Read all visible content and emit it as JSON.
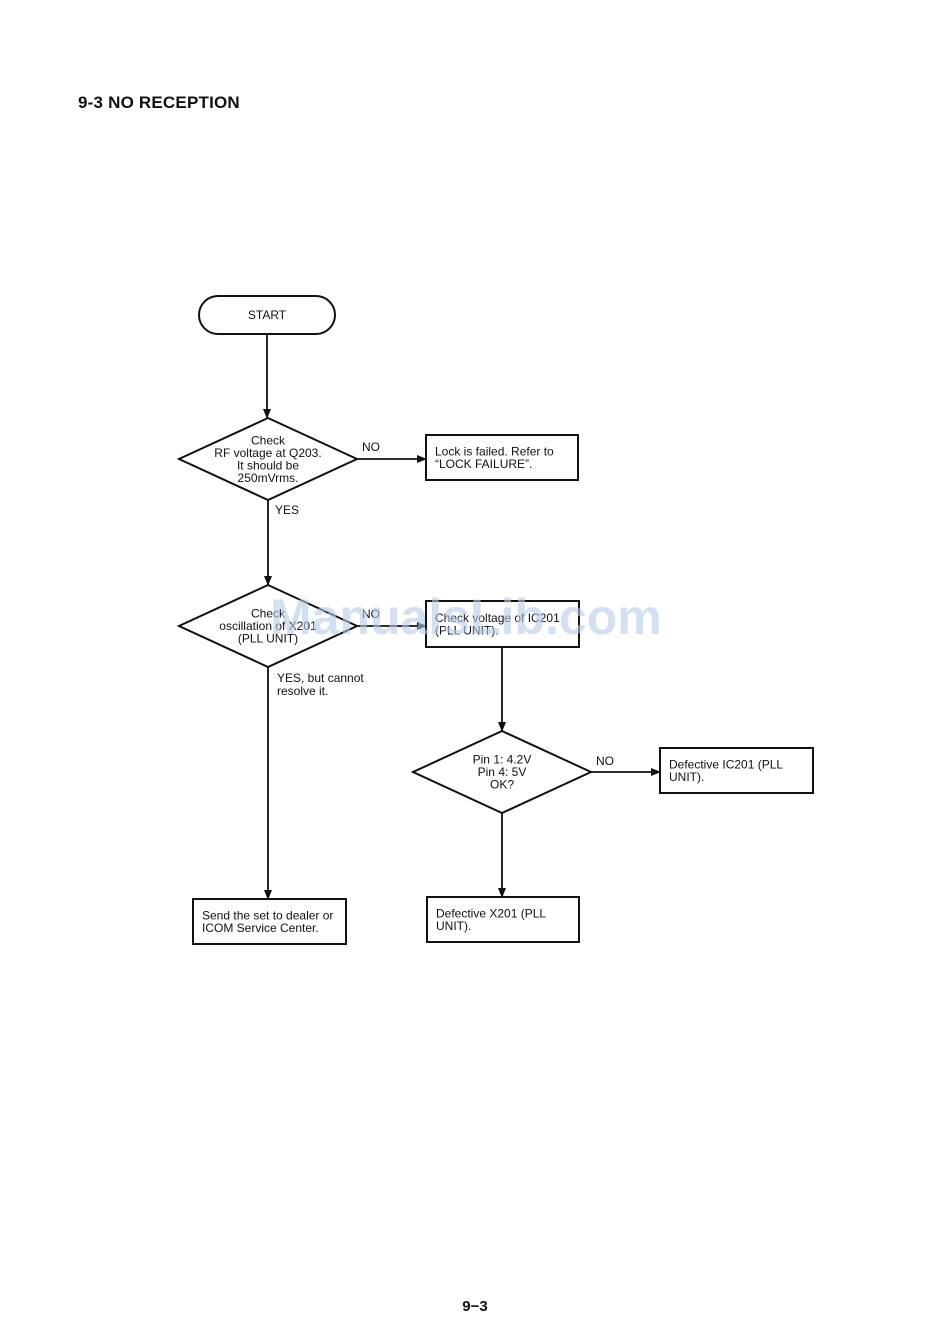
{
  "heading": "9-3  NO RECEPTION",
  "page_number": "9−3",
  "watermark": "ManualsLib.com",
  "nodes": {
    "start": {
      "type": "terminal",
      "lines": [
        "START"
      ]
    },
    "check_rf": {
      "type": "decision",
      "lines": [
        "Check",
        "RF voltage at Q203.",
        "It should be",
        "250mVrms."
      ]
    },
    "lock_failed": {
      "type": "process",
      "lines": [
        "Lock is failed. Refer to",
        "“LOCK FAILURE”."
      ]
    },
    "check_osc": {
      "type": "decision",
      "lines": [
        "Check",
        "oscillation of X201",
        "(PLL UNIT)"
      ]
    },
    "check_ic": {
      "type": "process",
      "lines": [
        "Check voltage of IC201",
        "(PLL UNIT)."
      ]
    },
    "check_pins": {
      "type": "decision",
      "lines": [
        "Pin 1: 4.2V",
        "Pin 4: 5V",
        "OK?"
      ]
    },
    "defective_ic": {
      "type": "process",
      "lines": [
        "Defective IC201 (PLL",
        "UNIT)."
      ]
    },
    "defective_x": {
      "type": "process",
      "lines": [
        "Defective X201 (PLL",
        "UNIT)."
      ]
    },
    "send_service": {
      "type": "process",
      "lines": [
        "Send the set to dealer or",
        "ICOM Service Center."
      ]
    }
  },
  "edges": [
    {
      "from": "start",
      "to": "check_rf",
      "label": []
    },
    {
      "from": "check_rf",
      "to": "lock_failed",
      "label": [
        "NO"
      ]
    },
    {
      "from": "check_rf",
      "to": "check_osc",
      "label": [
        "YES"
      ]
    },
    {
      "from": "check_osc",
      "to": "check_ic",
      "label": [
        "NO"
      ]
    },
    {
      "from": "check_osc",
      "to": "send_service",
      "label": [
        "YES, but cannot",
        "resolve it."
      ]
    },
    {
      "from": "check_ic",
      "to": "check_pins",
      "label": []
    },
    {
      "from": "check_pins",
      "to": "defective_ic",
      "label": [
        "NO"
      ]
    },
    {
      "from": "check_pins",
      "to": "defective_x",
      "label": []
    }
  ]
}
